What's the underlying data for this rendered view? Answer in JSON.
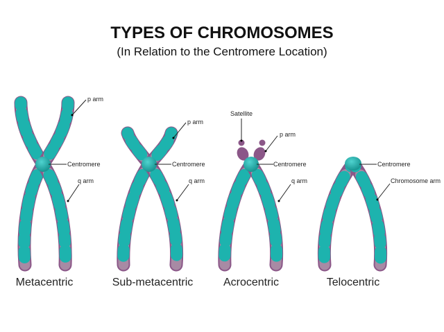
{
  "header": {
    "title": "TYPES OF CHROMOSOMES",
    "subtitle": "(In Relation to the Centromere Location)"
  },
  "colors": {
    "arm_dark": "#8b5788",
    "arm_light": "#a88aa4",
    "band": "#1db3ae",
    "centromere": "#1aa9a6"
  },
  "chromosomes": [
    {
      "name": "Metacentric",
      "labels": {
        "p": "p arm",
        "centromere": "Centromere",
        "q": "q arm"
      }
    },
    {
      "name": "Sub-metacentric",
      "labels": {
        "p": "p arm",
        "centromere": "Centromere",
        "q": "q arm"
      }
    },
    {
      "name": "Acrocentric",
      "labels": {
        "satellite": "Satellite",
        "p": "p arm",
        "centromere": "Centromere",
        "q": "q arm"
      }
    },
    {
      "name": "Telocentric",
      "labels": {
        "centromere": "Centromere",
        "arm": "Chromosome arm"
      }
    }
  ]
}
